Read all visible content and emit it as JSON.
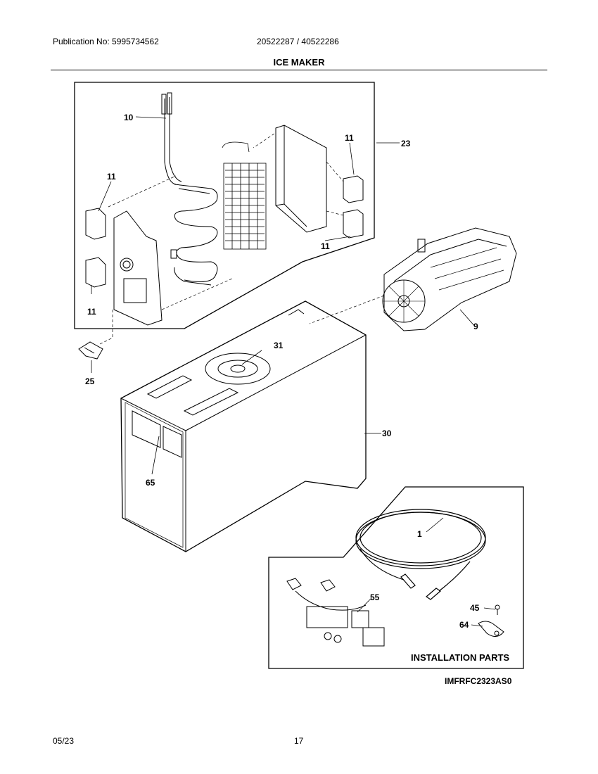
{
  "header": {
    "publication": "Publication No: 5995734562",
    "models": "20522287 / 40522286",
    "title": "ICE MAKER"
  },
  "callouts": {
    "c10": "10",
    "c11a": "11",
    "c11b": "11",
    "c11c": "11",
    "c11d": "11",
    "c23": "23",
    "c9": "9",
    "c31": "31",
    "c25": "25",
    "c30": "30",
    "c65": "65",
    "c1": "1",
    "c55": "55",
    "c45": "45",
    "c64": "64"
  },
  "installation_label": "INSTALLATION PARTS",
  "diagram_code": "IMFRFC2323AS0",
  "footer": {
    "date": "05/23",
    "page": "17"
  }
}
